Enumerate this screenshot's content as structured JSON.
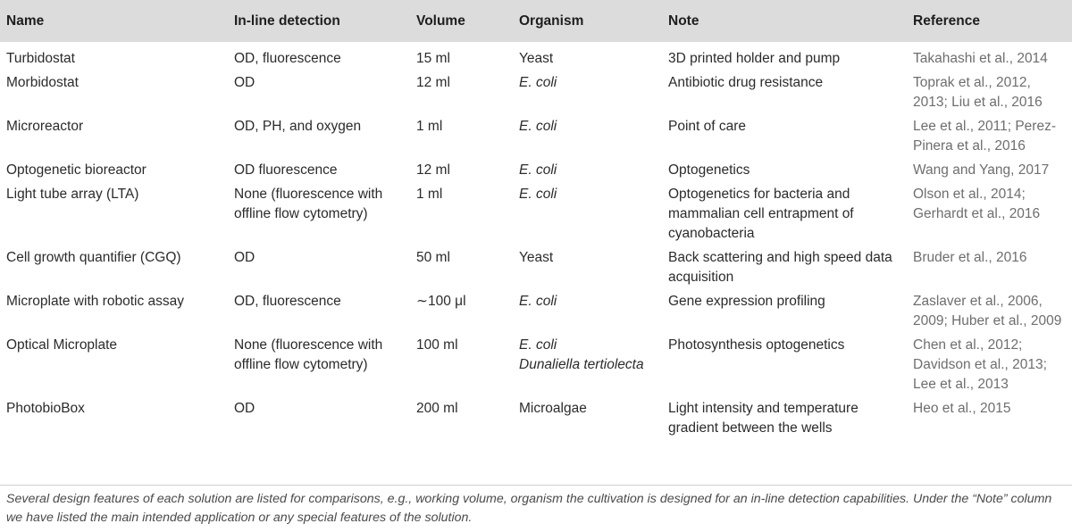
{
  "headers": [
    "Name",
    "In-line detection",
    "Volume",
    "Organism",
    "Note",
    "Reference"
  ],
  "rows": [
    {
      "name": "Turbidostat",
      "detection": "OD, fluorescence",
      "volume": "15 ml",
      "organism": "Yeast",
      "organism2": "",
      "note": "3D printed holder and pump",
      "reference": "Takahashi et al., 2014"
    },
    {
      "name": "Morbidostat",
      "detection": "OD",
      "volume": "12 ml",
      "organism": "E. coli",
      "organism2": "",
      "note": "Antibiotic drug resistance",
      "reference": "Toprak et al., 2012, 2013; Liu et al., 2016"
    },
    {
      "name": "Microreactor",
      "detection": "OD, PH, and oxygen",
      "volume": "1 ml",
      "organism": "E. coli",
      "organism2": "",
      "note": "Point of care",
      "reference": "Lee et al., 2011; Perez-Pinera et al., 2016"
    },
    {
      "name": "Optogenetic bioreactor",
      "detection": "OD fluorescence",
      "volume": "12 ml",
      "organism": "E. coli",
      "organism2": "",
      "note": "Optogenetics",
      "reference": "Wang and Yang, 2017"
    },
    {
      "name": "Light tube array (LTA)",
      "detection": "None (fluorescence with offline flow cytometry)",
      "volume": "1 ml",
      "organism": "E. coli",
      "organism2": "",
      "note": "Optogenetics for bacteria and mammalian cell entrapment of cyanobacteria",
      "reference": "Olson et al., 2014; Gerhardt et al., 2016"
    },
    {
      "name": "Cell growth quantifier (CGQ)",
      "detection": "OD",
      "volume": "50 ml",
      "organism": "Yeast",
      "organism2": "",
      "note": "Back scattering and high speed data acquisition",
      "reference": "Bruder et al., 2016"
    },
    {
      "name": "Microplate with robotic assay",
      "detection": "OD, fluorescence",
      "volume": "∼100 μl",
      "organism": "E. coli",
      "organism2": "",
      "note": "Gene expression profiling",
      "reference": "Zaslaver et al., 2006, 2009; Huber et al., 2009"
    },
    {
      "name": "Optical Microplate",
      "detection": "None (fluorescence with offline flow cytometry)",
      "volume": "100 ml",
      "organism": "E. coli",
      "organism2": "Dunaliella tertiolecta",
      "note": "Photosynthesis optogenetics",
      "reference": "Chen et al., 2012; Davidson et al., 2013; Lee et al., 2013"
    },
    {
      "name": "PhotobioBox",
      "detection": "OD",
      "volume": "200 ml",
      "organism": "Microalgae",
      "organism2": "",
      "note": "Light intensity and temperature gradient between the wells",
      "reference": "Heo et al., 2015"
    }
  ],
  "footnote": "Several design features of each solution are listed for comparisons, e.g., working volume, organism the cultivation is designed for an in-line detection capabilities. Under the “Note” column we have listed the main intended application or any special features of the solution."
}
